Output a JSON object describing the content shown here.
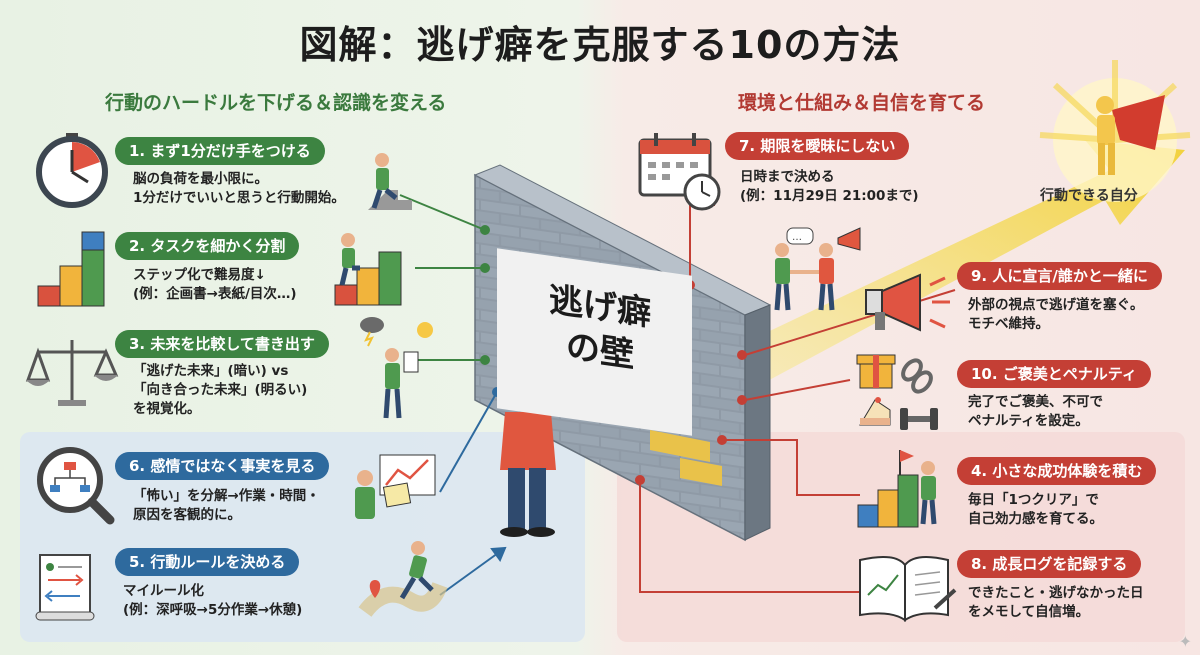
{
  "title": "図解：逃げ癖を克服する10の方法",
  "sections": {
    "left": "行動のハードルを下げる＆認識を変える",
    "right": "環境と仕組み＆自信を育てる"
  },
  "wall": {
    "line1": "逃げ癖",
    "line2": "の壁"
  },
  "goal": "行動できる自分",
  "methods": {
    "m1": {
      "title": "1. まず1分だけ手をつける",
      "line1": "脳の負荷を最小限に。",
      "line2": "1分だけでいいと思うと行動開始。"
    },
    "m2": {
      "title": "2. タスクを細かく分割",
      "line1": "ステップ化で難易度↓",
      "line2": "(例：企画書→表紙/目次…)"
    },
    "m3": {
      "title": "3. 未来を比較して書き出す",
      "line1": "「逃げた未来」(暗い) vs",
      "line2": "「向き合った未来」(明るい)",
      "line3": "を視覚化。"
    },
    "m6": {
      "title": "6. 感情ではなく事実を見る",
      "line1": "「怖い」を分解→作業・時間・",
      "line2": "原因を客観的に。"
    },
    "m5": {
      "title": "5. 行動ルールを決める",
      "line1": "マイルール化",
      "line2": "(例：深呼吸→5分作業→休憩)"
    },
    "m7": {
      "title": "7. 期限を曖昧にしない",
      "line1": "日時まで決める",
      "line2": "(例：11月29日 21:00まで)"
    },
    "m9": {
      "title": "9. 人に宣言/誰かと一緒に",
      "line1": "外部の視点で逃げ道を塞ぐ。",
      "line2": "モチベ維持。"
    },
    "m10": {
      "title": "10. ご褒美とペナルティ",
      "line1": "完了でご褒美、不可で",
      "line2": "ペナルティを設定。"
    },
    "m4": {
      "title": "4. 小さな成功体験を積む",
      "line1": "毎日「1つクリア」で",
      "line2": "自己効力感を育てる。"
    },
    "m8": {
      "title": "8. 成長ログを記録する",
      "line1": "できたこと・逃げなかった日",
      "line2": "をメモして自信増。"
    }
  },
  "colors": {
    "green": "#3d8442",
    "blue": "#2e6a9e",
    "red": "#c43f35",
    "wall": "#8c98a4",
    "arrow": "#f2d64a"
  },
  "icons": [
    "stopwatch-icon",
    "blocks-icon",
    "scale-icon",
    "magnifier-icon",
    "scroll-icon",
    "calendar-icon",
    "megaphone-icon",
    "gift-icon",
    "chain-icon",
    "cake-icon",
    "dumbbell-icon",
    "notebook-icon",
    "hero-icon"
  ]
}
